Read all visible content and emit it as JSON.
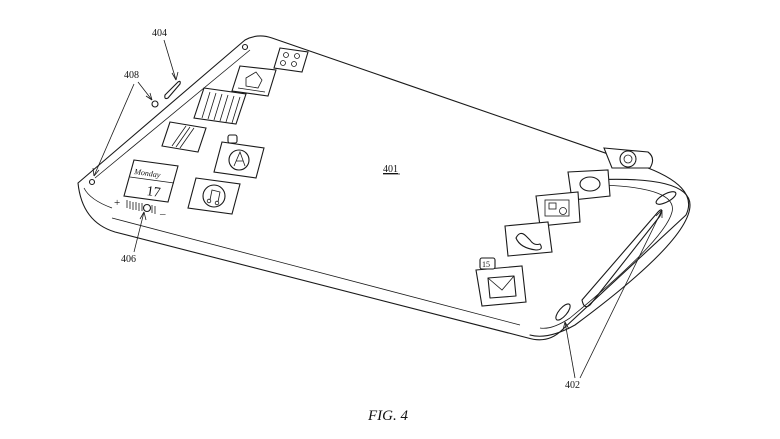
{
  "figure": {
    "caption": "FIG. 4",
    "refs": {
      "screen": "401",
      "end_portions": "402",
      "edge_display": "404",
      "volume_control": "406",
      "side_buttons": "408"
    }
  },
  "device": {
    "calendar_icon": {
      "day_label": "Monday",
      "date": "17"
    },
    "mail_icon": {
      "badge_count": "15"
    },
    "volume_control": {
      "minus_label": "–",
      "plus_label": "+"
    }
  }
}
